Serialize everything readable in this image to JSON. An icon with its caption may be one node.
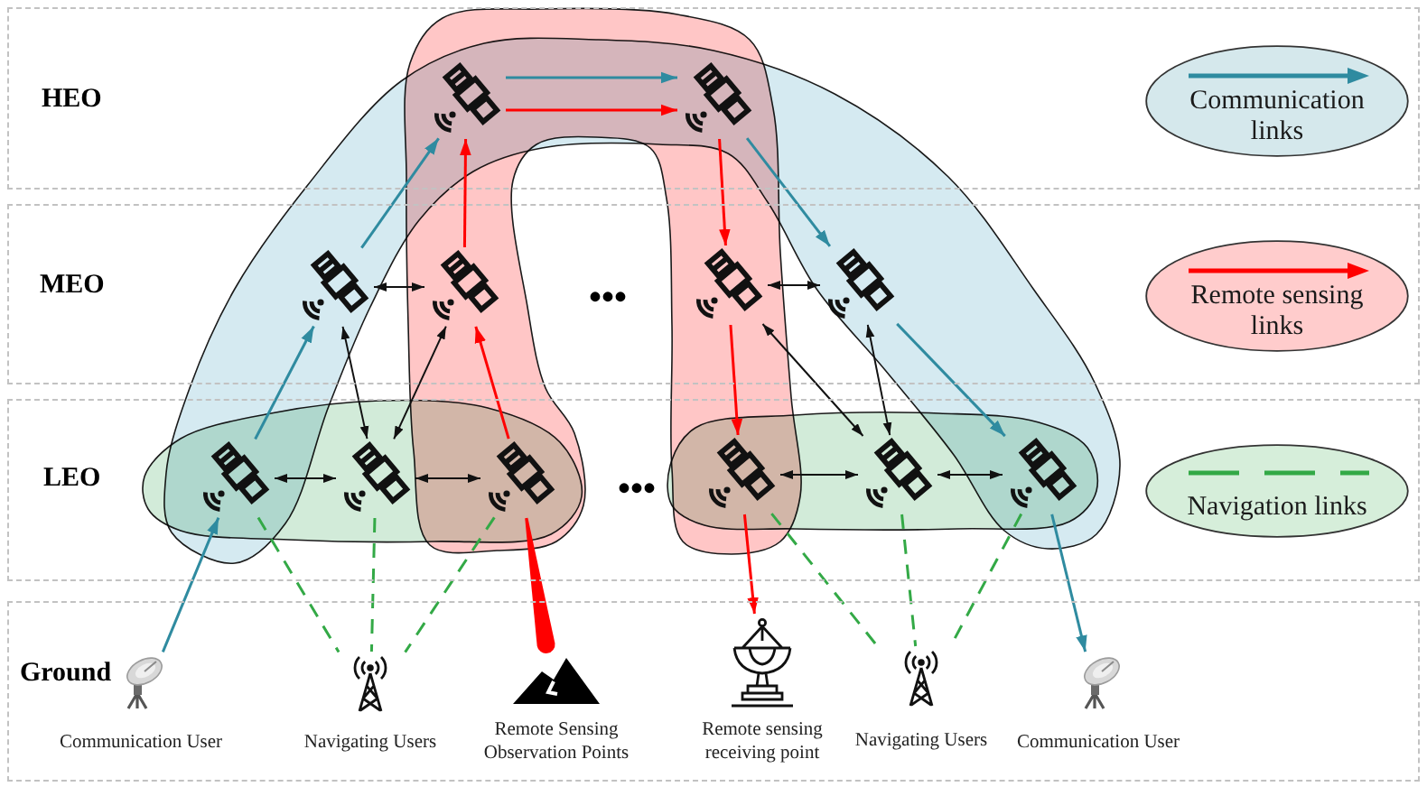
{
  "diagram": {
    "nodes": [
      {
        "text": [
          "HEO"
        ]
      },
      {
        "text": [
          "MEO"
        ]
      },
      {
        "text": [
          "LEO"
        ]
      },
      {
        "text": [
          "Ground"
        ]
      },
      {
        "text": [],
        "shape": "picture",
        "in": 0
      },
      {
        "text": [],
        "shape": "picture",
        "in": 0
      },
      {
        "text": [],
        "shape": "picture",
        "in": 1
      },
      {
        "text": [],
        "shape": "picture",
        "in": 1
      },
      {
        "text": [],
        "shape": "picture",
        "in": 1
      },
      {
        "text": [],
        "shape": "picture",
        "in": 1
      },
      {
        "text": [],
        "shape": "picture",
        "in": 2
      },
      {
        "text": [],
        "shape": "picture",
        "in": 2
      },
      {
        "text": [],
        "shape": "picture",
        "in": 2
      },
      {
        "text": [],
        "shape": "picture",
        "in": 2
      },
      {
        "text": [],
        "shape": "picture",
        "in": 2
      },
      {
        "text": [],
        "shape": "picture",
        "in": 2
      },
      {
        "text": [
          "Communication User"
        ],
        "in": 3
      },
      {
        "text": [
          "Navigating Users"
        ],
        "in": 3
      },
      {
        "text": [
          "Remote Sensing Observation Points"
        ],
        "in": 3
      },
      {
        "text": [
          "Remote sensing receiving point"
        ],
        "in": 3
      },
      {
        "text": [
          "Navigating Users"
        ],
        "in": 3
      },
      {
        "text": [
          "Communication User"
        ],
        "in": 3
      }
    ],
    "edges": [
      {
        "from": 16,
        "to": 10,
        "arrow": "to",
        "color": "#2f8ba0"
      },
      {
        "from": 10,
        "to": 6,
        "arrow": "to",
        "color": "#2f8ba0"
      },
      {
        "from": 6,
        "to": 4,
        "arrow": "to",
        "color": "#2f8ba0"
      },
      {
        "from": 4,
        "to": 5,
        "arrow": "to",
        "color": "#2f8ba0"
      },
      {
        "from": 5,
        "to": 9,
        "arrow": "to",
        "color": "#2f8ba0"
      },
      {
        "from": 9,
        "to": 15,
        "arrow": "to",
        "color": "#2f8ba0"
      },
      {
        "from": 15,
        "to": 21,
        "arrow": "to",
        "color": "#2f8ba0"
      },
      {
        "from": 12,
        "to": 7,
        "arrow": "to",
        "color": "#ff0000"
      },
      {
        "from": 7,
        "to": 4,
        "arrow": "to",
        "color": "#ff0000"
      },
      {
        "from": 4,
        "to": 5,
        "arrow": "to",
        "color": "#ff0000"
      },
      {
        "from": 5,
        "to": 8,
        "arrow": "to",
        "color": "#ff0000"
      },
      {
        "from": 8,
        "to": 13,
        "arrow": "to",
        "color": "#ff0000"
      },
      {
        "from": 13,
        "to": 19,
        "arrow": "to",
        "color": "#ff0000"
      },
      {
        "from": 12,
        "to": 18,
        "arrow": "none",
        "style": "thick",
        "color": "#ff0000"
      },
      {
        "from": 6,
        "to": 7,
        "arrow": "both"
      },
      {
        "from": 8,
        "to": 9,
        "arrow": "both"
      },
      {
        "from": 10,
        "to": 11,
        "arrow": "both"
      },
      {
        "from": 11,
        "to": 12,
        "arrow": "both"
      },
      {
        "from": 13,
        "to": 14,
        "arrow": "both"
      },
      {
        "from": 14,
        "to": 15,
        "arrow": "both"
      },
      {
        "from": 6,
        "to": 11,
        "arrow": "both"
      },
      {
        "from": 7,
        "to": 11,
        "arrow": "both"
      },
      {
        "from": 8,
        "to": 14,
        "arrow": "both"
      },
      {
        "from": 9,
        "to": 14,
        "arrow": "both"
      },
      {
        "from": 10,
        "to": 17,
        "arrow": "none",
        "style": "dashed",
        "color": "#33a946"
      },
      {
        "from": 11,
        "to": 17,
        "arrow": "none",
        "style": "dashed",
        "color": "#33a946"
      },
      {
        "from": 12,
        "to": 17,
        "arrow": "none",
        "style": "dashed",
        "color": "#33a946"
      },
      {
        "from": 13,
        "to": 20,
        "arrow": "none",
        "style": "dashed",
        "color": "#33a946"
      },
      {
        "from": 14,
        "to": 20,
        "arrow": "none",
        "style": "dashed",
        "color": "#33a946"
      },
      {
        "from": 15,
        "to": 20,
        "arrow": "none",
        "style": "dashed",
        "color": "#33a946"
      }
    ],
    "labels": [
      "•••",
      "•••"
    ],
    "legend": [
      {
        "text": "Communication links",
        "color": "#2f8ba0"
      },
      {
        "text": "Remote sensing links",
        "color": "#ff0000"
      },
      {
        "text": "Navigation links",
        "color": "#33a946"
      }
    ]
  }
}
